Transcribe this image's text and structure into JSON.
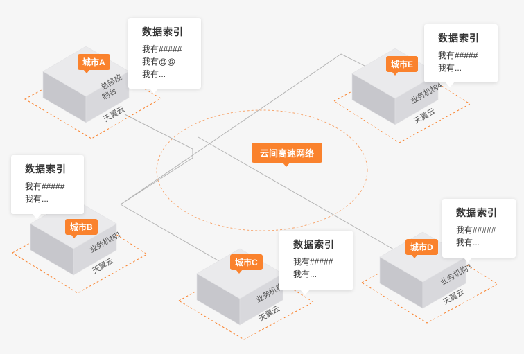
{
  "network": {
    "label": "云间高速网络"
  },
  "nodes": [
    {
      "id": "A",
      "city": "城市A",
      "box_lines": [
        "总部控",
        "制台"
      ],
      "cloud": "天翼云",
      "card": {
        "title": "数据索引",
        "lines": [
          "我有#####",
          "我有@@",
          "我有..."
        ]
      }
    },
    {
      "id": "E",
      "city": "城市E",
      "box_lines": [
        "业务机构4"
      ],
      "cloud": "天翼云",
      "card": {
        "title": "数据索引",
        "lines": [
          "我有#####",
          "我有..."
        ]
      }
    },
    {
      "id": "B",
      "city": "城市B",
      "box_lines": [
        "业务机构1"
      ],
      "cloud": "天翼云",
      "card": {
        "title": "数据索引",
        "lines": [
          "我有#####",
          "我有..."
        ]
      }
    },
    {
      "id": "C",
      "city": "城市C",
      "box_lines": [
        "业务机构2"
      ],
      "cloud": "天翼云",
      "card": {
        "title": "数据索引",
        "lines": [
          "我有#####",
          "我有..."
        ]
      }
    },
    {
      "id": "D",
      "city": "城市D",
      "box_lines": [
        "业务机构3"
      ],
      "cloud": "天翼云",
      "card": {
        "title": "数据索引",
        "lines": [
          "我有#####",
          "我有..."
        ]
      }
    }
  ],
  "colors": {
    "accent": "#fa822d",
    "box_top": "#eaeaec",
    "box_left": "#c7c7cc",
    "box_right": "#d8d8dc",
    "line": "#b4b4b4"
  }
}
